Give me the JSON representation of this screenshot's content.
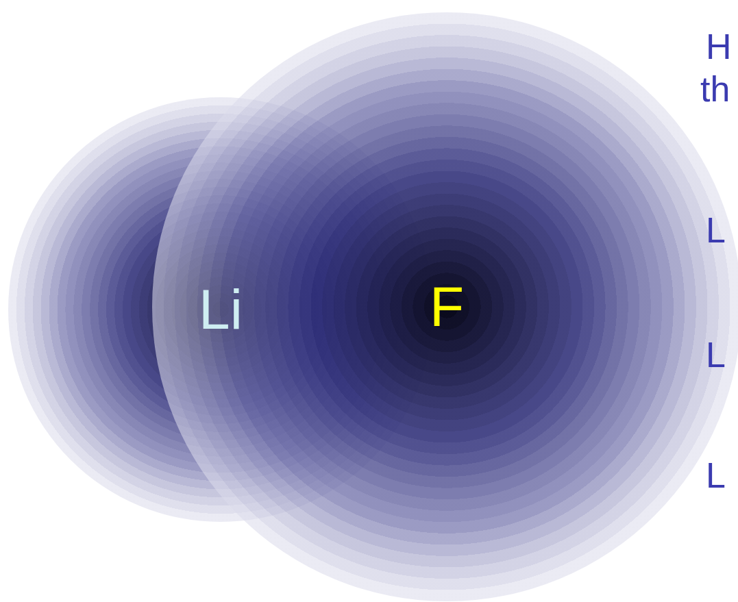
{
  "diagram": {
    "nodes": [
      {
        "text": [
          "Li"
        ]
      },
      {
        "text": [
          "F"
        ]
      }
    ],
    "labels": [
      "H",
      "th",
      "L",
      "L",
      "L"
    ]
  }
}
